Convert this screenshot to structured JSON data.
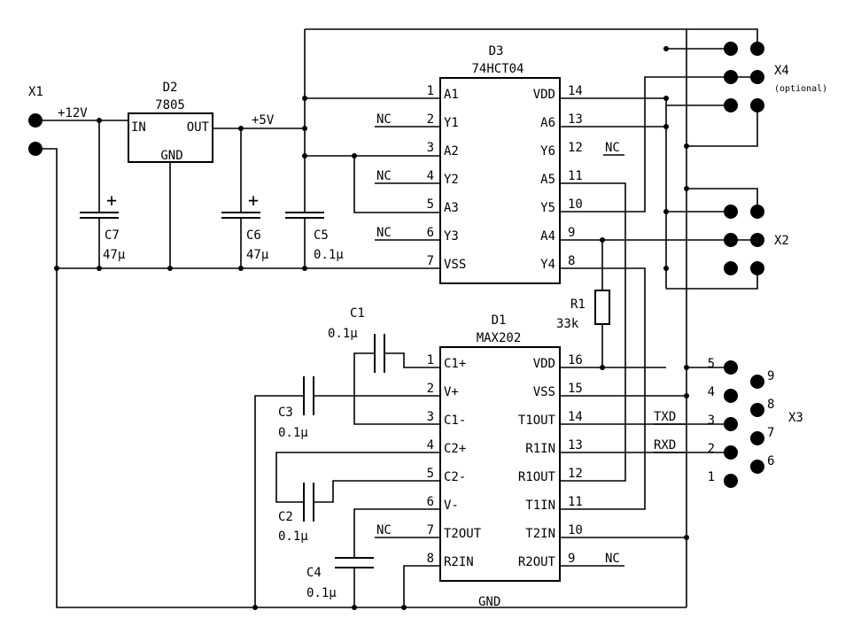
{
  "chips": {
    "d3": {
      "ref": "D3",
      "part": "74HCT04",
      "left_pins": [
        {
          "num": "1",
          "name": "A1"
        },
        {
          "num": "2",
          "name": "Y1"
        },
        {
          "num": "3",
          "name": "A2"
        },
        {
          "num": "4",
          "name": "Y2"
        },
        {
          "num": "5",
          "name": "A3"
        },
        {
          "num": "6",
          "name": "Y3"
        },
        {
          "num": "7",
          "name": "VSS"
        }
      ],
      "right_pins": [
        {
          "num": "14",
          "name": "VDD"
        },
        {
          "num": "13",
          "name": "A6"
        },
        {
          "num": "12",
          "name": "Y6"
        },
        {
          "num": "11",
          "name": "A5"
        },
        {
          "num": "10",
          "name": "Y5"
        },
        {
          "num": "9",
          "name": "A4"
        },
        {
          "num": "8",
          "name": "Y4"
        }
      ]
    },
    "d1": {
      "ref": "D1",
      "part": "MAX202",
      "left_pins": [
        {
          "num": "1",
          "name": "C1+"
        },
        {
          "num": "2",
          "name": "V+"
        },
        {
          "num": "3",
          "name": "C1-"
        },
        {
          "num": "4",
          "name": "C2+"
        },
        {
          "num": "5",
          "name": "C2-"
        },
        {
          "num": "6",
          "name": "V-"
        },
        {
          "num": "7",
          "name": "T2OUT"
        },
        {
          "num": "8",
          "name": "R2IN"
        }
      ],
      "right_pins": [
        {
          "num": "16",
          "name": "VDD"
        },
        {
          "num": "15",
          "name": "VSS"
        },
        {
          "num": "14",
          "name": "T1OUT"
        },
        {
          "num": "13",
          "name": "R1IN"
        },
        {
          "num": "12",
          "name": "R1OUT"
        },
        {
          "num": "11",
          "name": "T1IN"
        },
        {
          "num": "10",
          "name": "T2IN"
        },
        {
          "num": "9",
          "name": "R2OUT"
        }
      ]
    },
    "d2": {
      "ref": "D2",
      "part": "7805",
      "in": "IN",
      "out": "OUT",
      "gnd": "GND"
    }
  },
  "nc_label": "NC",
  "caps": {
    "c7": {
      "ref": "C7",
      "value": "47μ"
    },
    "c6": {
      "ref": "C6",
      "value": "47μ"
    },
    "c5": {
      "ref": "C5",
      "value": "0.1μ"
    },
    "c1": {
      "ref": "C1",
      "value": "0.1μ"
    },
    "c3": {
      "ref": "C3",
      "value": "0.1μ"
    },
    "c2": {
      "ref": "C2",
      "value": "0.1μ"
    },
    "c4": {
      "ref": "C4",
      "value": "0.1μ"
    }
  },
  "resistor": {
    "ref": "R1",
    "value": "33k"
  },
  "polarity_mark": "+",
  "nets": {
    "v12": "+12V",
    "v5": "+5V",
    "gnd": "GND",
    "txd": "TXD",
    "rxd": "RXD"
  },
  "connectors": {
    "x1": "X1",
    "x2": "X2",
    "x3": "X3",
    "x4": "X4",
    "x4_note": "(optional)",
    "x3_left_pins": [
      "5",
      "4",
      "3",
      "2",
      "1"
    ],
    "x3_right_pins": [
      "9",
      "8",
      "7",
      "6"
    ]
  }
}
